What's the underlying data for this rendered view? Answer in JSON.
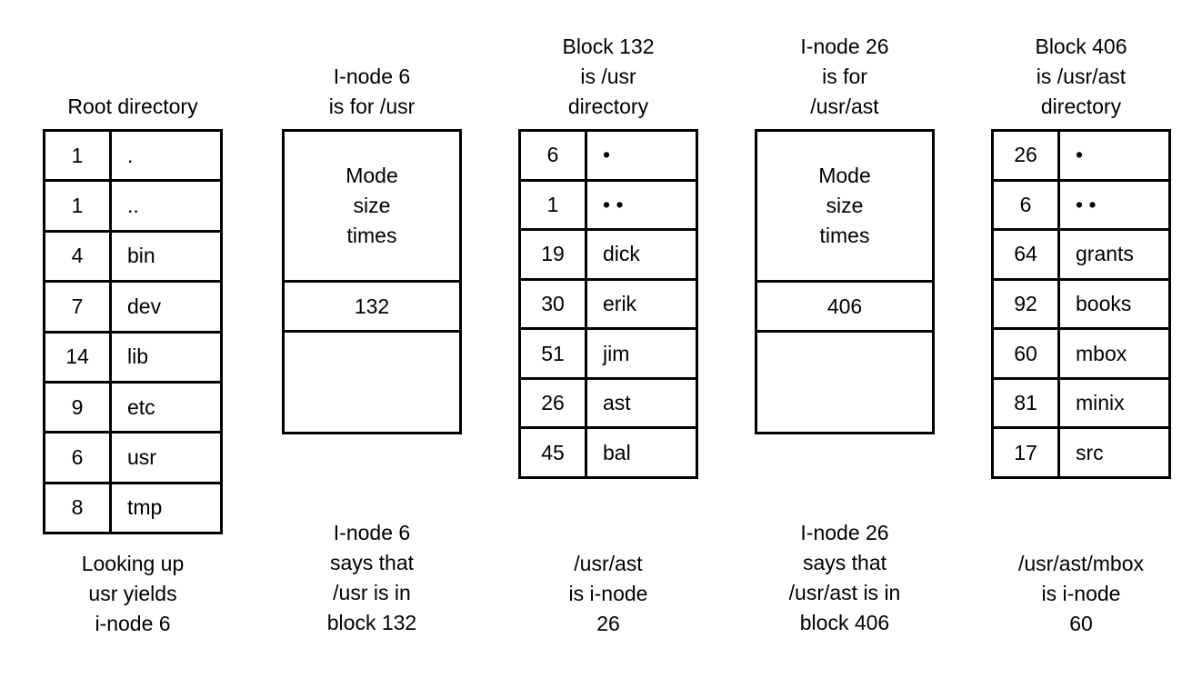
{
  "colors": {
    "background": "#ffffff",
    "line": "#000000",
    "text": "#000000"
  },
  "columns": [
    {
      "id": "root-directory",
      "type": "directory-table",
      "title_lines": [
        "Root directory"
      ],
      "rows": [
        {
          "inode": "1",
          "name": "."
        },
        {
          "inode": "1",
          "name": ".."
        },
        {
          "inode": "4",
          "name": "bin"
        },
        {
          "inode": "7",
          "name": "dev"
        },
        {
          "inode": "14",
          "name": "lib"
        },
        {
          "inode": "9",
          "name": "etc"
        },
        {
          "inode": "6",
          "name": "usr"
        },
        {
          "inode": "8",
          "name": "tmp"
        }
      ],
      "caption_lines": [
        "Looking up",
        "usr yields",
        "i-node 6"
      ]
    },
    {
      "id": "inode-6",
      "type": "inode-box",
      "title_lines": [
        "I-node 6",
        "is for /usr"
      ],
      "attribute_lines": [
        "Mode",
        "size",
        "times"
      ],
      "block_pointer": "132",
      "caption_lines": [
        "I-node 6",
        "says that",
        "/usr is in",
        "block 132"
      ]
    },
    {
      "id": "block-132",
      "type": "directory-table",
      "title_lines": [
        "Block 132",
        "is /usr",
        "directory"
      ],
      "rows": [
        {
          "inode": "6",
          "name": "•"
        },
        {
          "inode": "1",
          "name": "• •"
        },
        {
          "inode": "19",
          "name": "dick"
        },
        {
          "inode": "30",
          "name": "erik"
        },
        {
          "inode": "51",
          "name": "jim"
        },
        {
          "inode": "26",
          "name": "ast"
        },
        {
          "inode": "45",
          "name": "bal"
        }
      ],
      "caption_lines": [
        "/usr/ast",
        "is i-node",
        "26"
      ]
    },
    {
      "id": "inode-26",
      "type": "inode-box",
      "title_lines": [
        "I-node 26",
        "is for",
        "/usr/ast"
      ],
      "attribute_lines": [
        "Mode",
        "size",
        "times"
      ],
      "block_pointer": "406",
      "caption_lines": [
        "I-node 26",
        "says that",
        "/usr/ast is in",
        "block 406"
      ]
    },
    {
      "id": "block-406",
      "type": "directory-table",
      "title_lines": [
        "Block 406",
        "is /usr/ast",
        "directory"
      ],
      "rows": [
        {
          "inode": "26",
          "name": "•"
        },
        {
          "inode": "6",
          "name": "• •"
        },
        {
          "inode": "64",
          "name": "grants"
        },
        {
          "inode": "92",
          "name": "books"
        },
        {
          "inode": "60",
          "name": "mbox"
        },
        {
          "inode": "81",
          "name": "minix"
        },
        {
          "inode": "17",
          "name": "src"
        }
      ],
      "caption_lines": [
        "/usr/ast/mbox",
        "is i-node",
        "60"
      ]
    }
  ]
}
